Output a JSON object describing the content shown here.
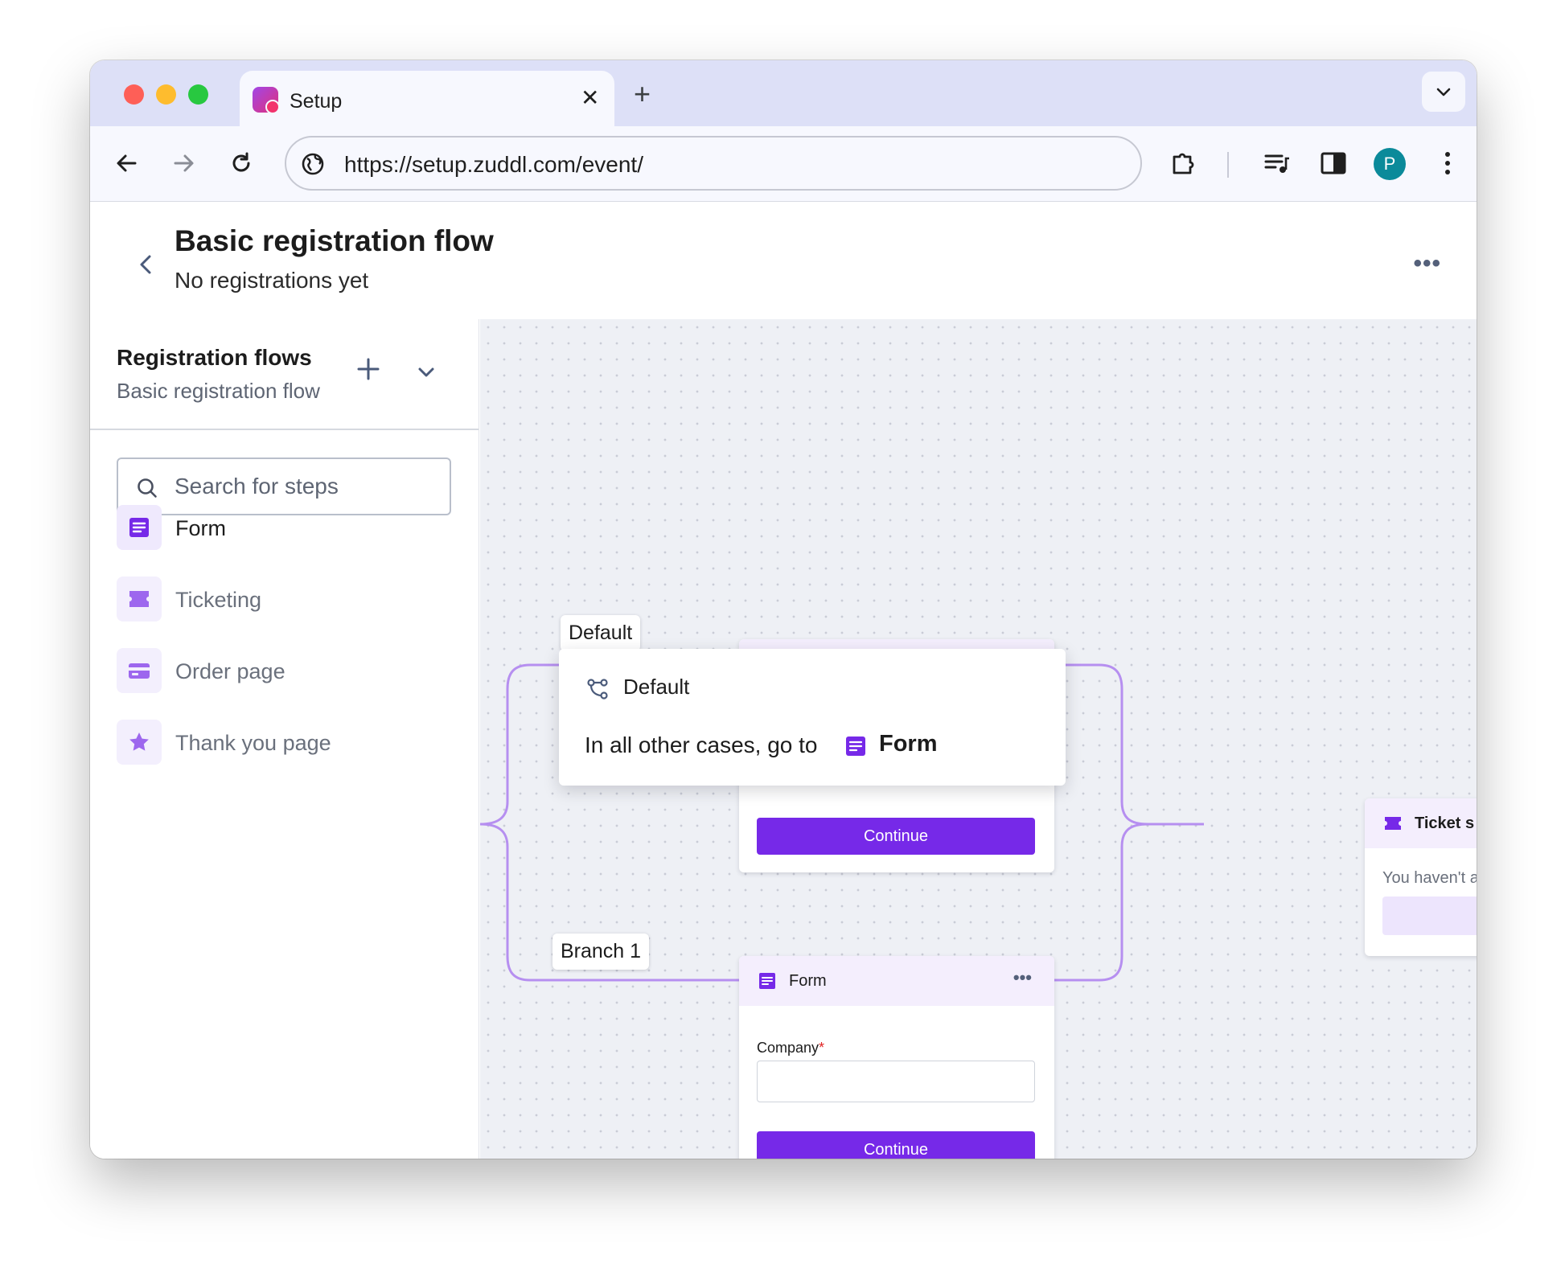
{
  "browser": {
    "tab_title": "Setup",
    "url": "https://setup.zuddl.com/event/",
    "profile_initial": "P",
    "colors": {
      "tabstrip": "#dde0f7",
      "profile": "#0b8a9a"
    }
  },
  "header": {
    "title": "Basic registration flow",
    "subtitle": "No registrations yet",
    "more_icon": "more-horizontal-icon"
  },
  "sidebar": {
    "title": "Registration flows",
    "subtitle": "Basic registration flow",
    "search": {
      "placeholder": "Search for steps",
      "value": ""
    },
    "steps": [
      {
        "label": "Form",
        "icon": "form-icon",
        "state": "active"
      },
      {
        "label": "Ticketing",
        "icon": "ticket-icon",
        "state": "inactive"
      },
      {
        "label": "Order page",
        "icon": "card-icon",
        "state": "inactive"
      },
      {
        "label": "Thank you page",
        "icon": "star-icon",
        "state": "inactive"
      }
    ]
  },
  "canvas": {
    "accent": "#7629e8",
    "connector_color": "#b68ff0",
    "branches": {
      "default_label": "Default",
      "branch1_label": "Branch 1"
    },
    "popover": {
      "title": "Default",
      "text": "In all other cases, go to",
      "target": "Form"
    },
    "nodes": {
      "top_form": {
        "button": "Continue"
      },
      "bottom_form": {
        "title": "Form",
        "field_label": "Company",
        "required_mark": "*",
        "button": "Continue"
      },
      "ticket": {
        "title": "Ticket s",
        "text": "You haven't a"
      }
    }
  }
}
